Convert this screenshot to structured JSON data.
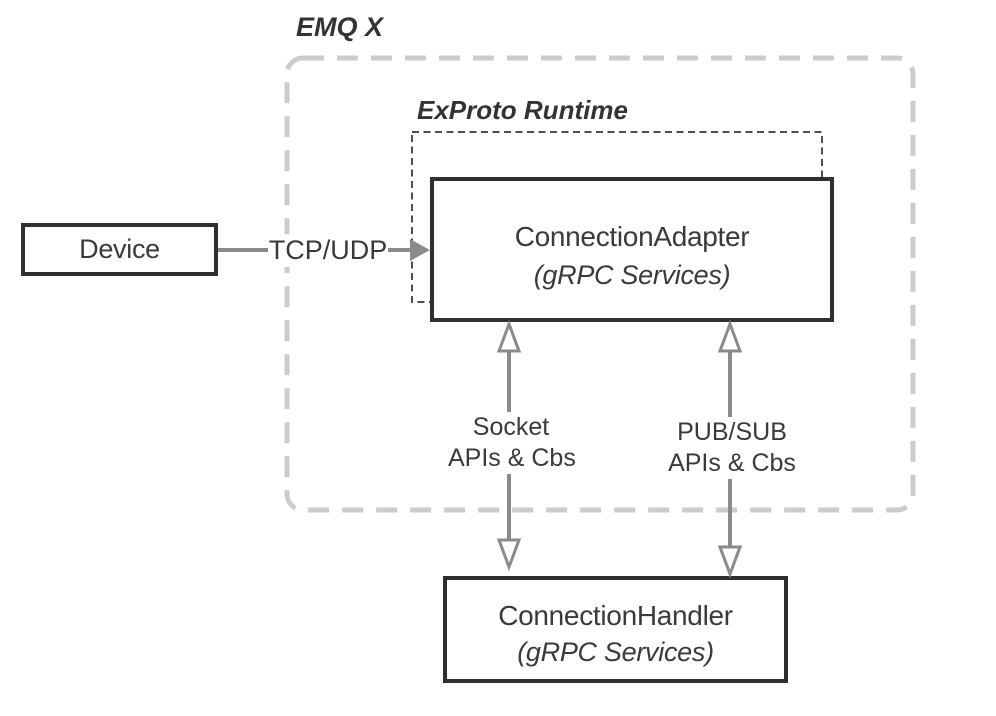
{
  "diagram": {
    "emqx": {
      "label": "EMQ X"
    },
    "exproto": {
      "label": "ExProto Runtime"
    },
    "nodes": {
      "device": {
        "label": "Device"
      },
      "adapter": {
        "title": "ConnectionAdapter",
        "subtitle": "(gRPC Services)"
      },
      "handler": {
        "title": "ConnectionHandler",
        "subtitle": "(gRPC Services)"
      }
    },
    "edges": {
      "tcp": {
        "label": "TCP/UDP"
      },
      "socket": {
        "line1": "Socket",
        "line2": "APIs & Cbs"
      },
      "pubsub": {
        "line1": "PUB/SUB",
        "line2": "APIs & Cbs"
      }
    },
    "colors": {
      "box_border": "#2f2f2f",
      "container_dash": "#cccccc",
      "runtime_dash": "#4f4f4f",
      "arrow": "#8b8b8b",
      "text": "#3a3a3a"
    }
  }
}
